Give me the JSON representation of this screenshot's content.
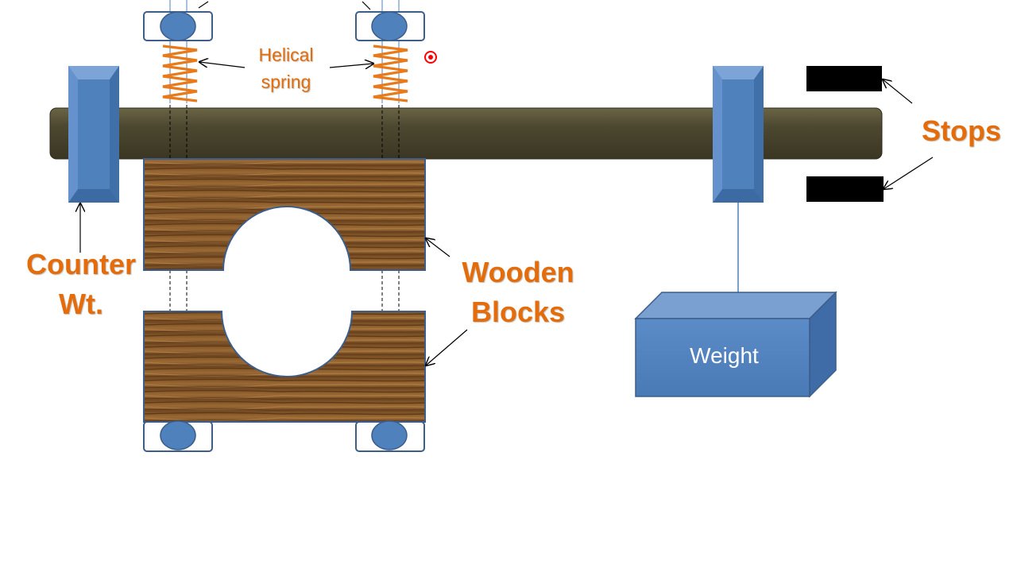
{
  "colors": {
    "label": "#E46C0A",
    "shaft": "#4A4530",
    "slider": "#4F81BD",
    "spring": "#E87A1B",
    "stop": "#000000",
    "wood": "#8B5A2B",
    "pointer": "#FF0000"
  },
  "labels": {
    "helical_line1": "Helical",
    "helical_line2": "spring",
    "counter_line1": "Counter",
    "counter_line2": "Wt.",
    "wooden_line1": "Wooden",
    "wooden_line2": "Blocks",
    "stops": "Stops",
    "weight": "Weight"
  }
}
